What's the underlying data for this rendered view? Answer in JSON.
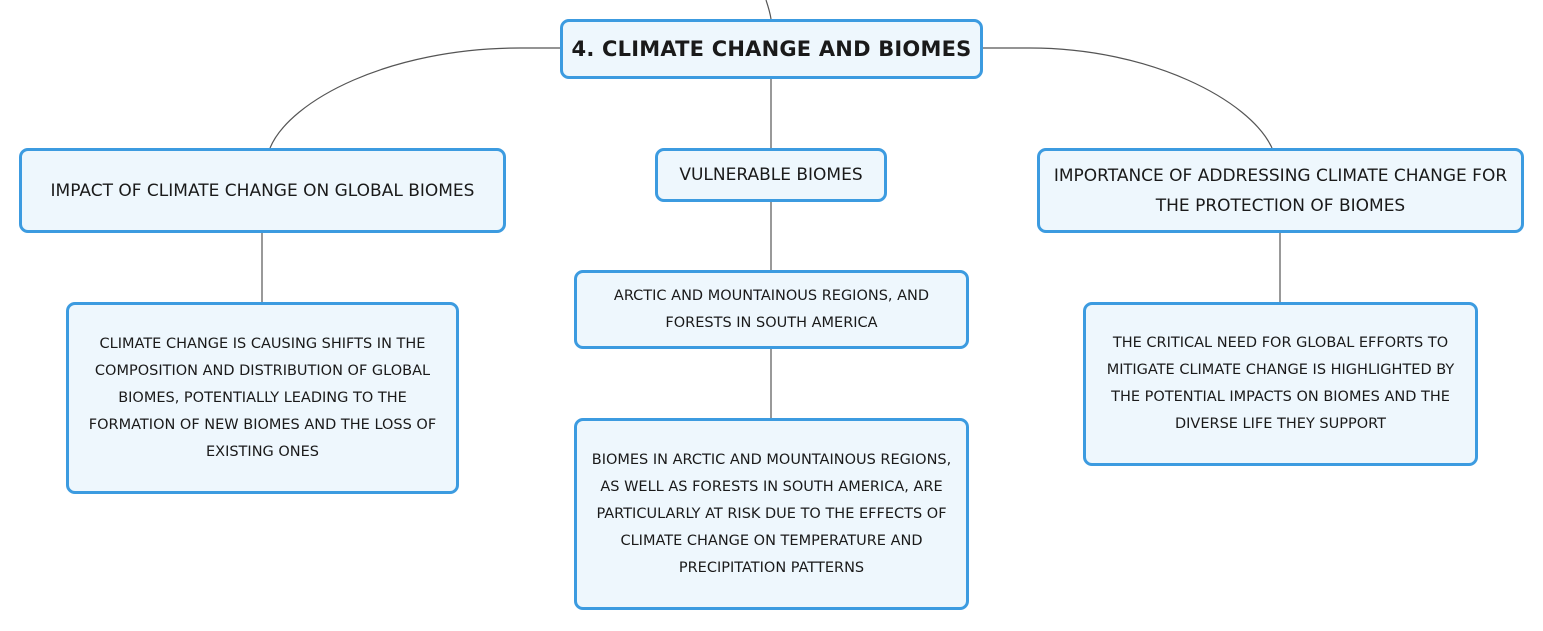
{
  "root": {
    "title": "4. CLIMATE CHANGE AND BIOMES"
  },
  "branches": [
    {
      "title": "IMPACT OF CLIMATE CHANGE ON GLOBAL BIOMES",
      "children": [
        "CLIMATE CHANGE IS CAUSING SHIFTS IN THE COMPOSITION AND DISTRIBUTION OF GLOBAL BIOMES, POTENTIALLY LEADING TO THE FORMATION OF NEW BIOMES AND THE LOSS OF EXISTING ONES"
      ]
    },
    {
      "title": "VULNERABLE BIOMES",
      "children": [
        "ARCTIC AND MOUNTAINOUS REGIONS, AND FORESTS IN SOUTH AMERICA",
        "BIOMES IN ARCTIC AND MOUNTAINOUS REGIONS, AS WELL AS FORESTS IN SOUTH AMERICA, ARE PARTICULARLY AT RISK DUE TO THE EFFECTS OF CLIMATE CHANGE ON TEMPERATURE AND PRECIPITATION PATTERNS"
      ]
    },
    {
      "title": "IMPORTANCE OF ADDRESSING CLIMATE CHANGE FOR THE PROTECTION OF BIOMES",
      "children": [
        "THE CRITICAL NEED FOR GLOBAL EFFORTS TO MITIGATE CLIMATE CHANGE IS HIGHLIGHTED BY THE POTENTIAL IMPACTS ON BIOMES AND THE DIVERSE LIFE THEY SUPPORT"
      ]
    }
  ],
  "colors": {
    "node_border": "#3c9be0",
    "node_fill": "#eef7fd",
    "connector": "#555555"
  }
}
